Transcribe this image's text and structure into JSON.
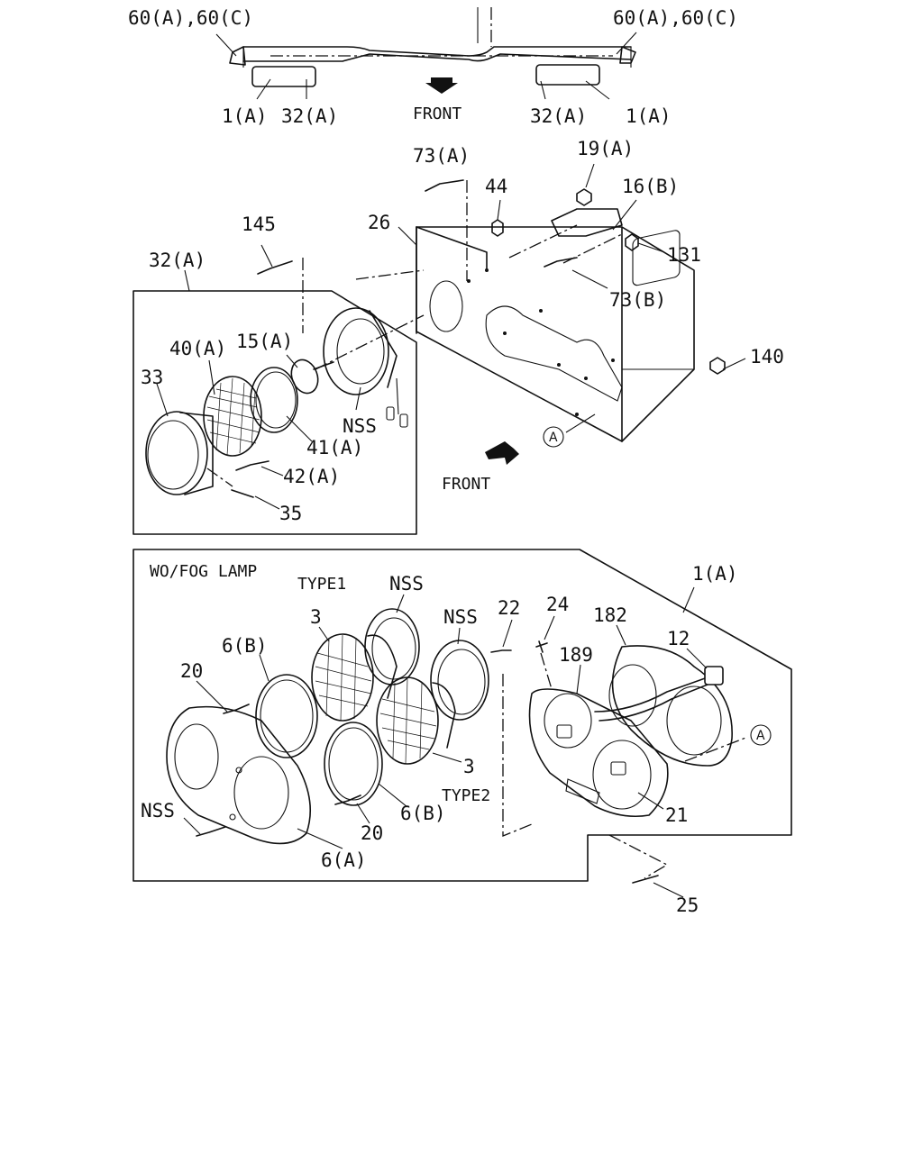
{
  "labels": {
    "top_left_clip": "60(A),60(C)",
    "top_right_clip": "60(A),60(C)",
    "top_1a_left": "1(A)",
    "top_32a_left": "32(A)",
    "top_front": "FRONT",
    "top_32a_right": "32(A)",
    "top_1a_right": "1(A)",
    "p73a": "73(A)",
    "p19a": "19(A)",
    "p44": "44",
    "p16b": "16(B)",
    "p145": "145",
    "p26": "26",
    "p131": "131",
    "p32a": "32(A)",
    "p73b": "73(B)",
    "p40a": "40(A)",
    "p15a": "15(A)",
    "p140": "140",
    "p33": "33",
    "nss_fog": "NSS",
    "p41a": "41(A)",
    "circle_a_mid": "A",
    "p42a": "42(A)",
    "front_mid": "FRONT",
    "p35": "35",
    "wo_fog": "WO/FOG LAMP",
    "p1a_box": "1(A)",
    "type1": "TYPE1",
    "nss_1": "NSS",
    "nss_2": "NSS",
    "p3_top": "3",
    "p22": "22",
    "p24": "24",
    "p182": "182",
    "p6b_top": "6(B)",
    "p189": "189",
    "p12": "12",
    "p20_left": "20",
    "circle_a_box": "A",
    "p3_mid": "3",
    "type2": "TYPE2",
    "p21": "21",
    "nss_3": "NSS",
    "p20_mid": "20",
    "p6b_mid": "6(B)",
    "p6a": "6(A)",
    "p25": "25"
  }
}
